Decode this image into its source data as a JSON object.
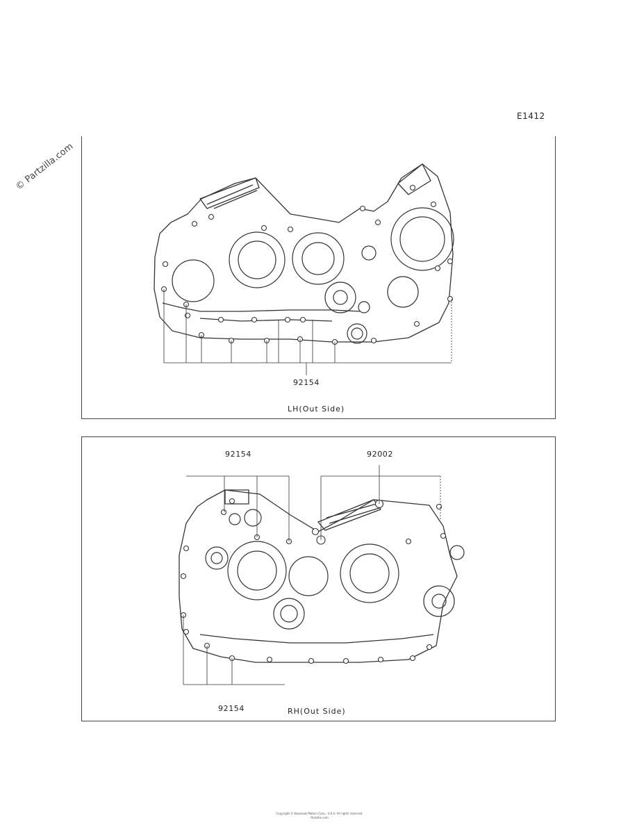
{
  "diagram_code": "E1412",
  "watermark": "© Partzilla.com",
  "panels": [
    {
      "id": "lh",
      "caption": "LH(Out Side)",
      "callouts": [
        "92154"
      ]
    },
    {
      "id": "rh",
      "caption": "RH(Out Side)",
      "callouts": [
        "92154",
        "92002",
        "92154"
      ]
    }
  ],
  "footer": {
    "line1": "Copyright © Kawasaki Motors Corp., U.S.A. All rights reserved.",
    "line2": "Partzilla.com"
  }
}
